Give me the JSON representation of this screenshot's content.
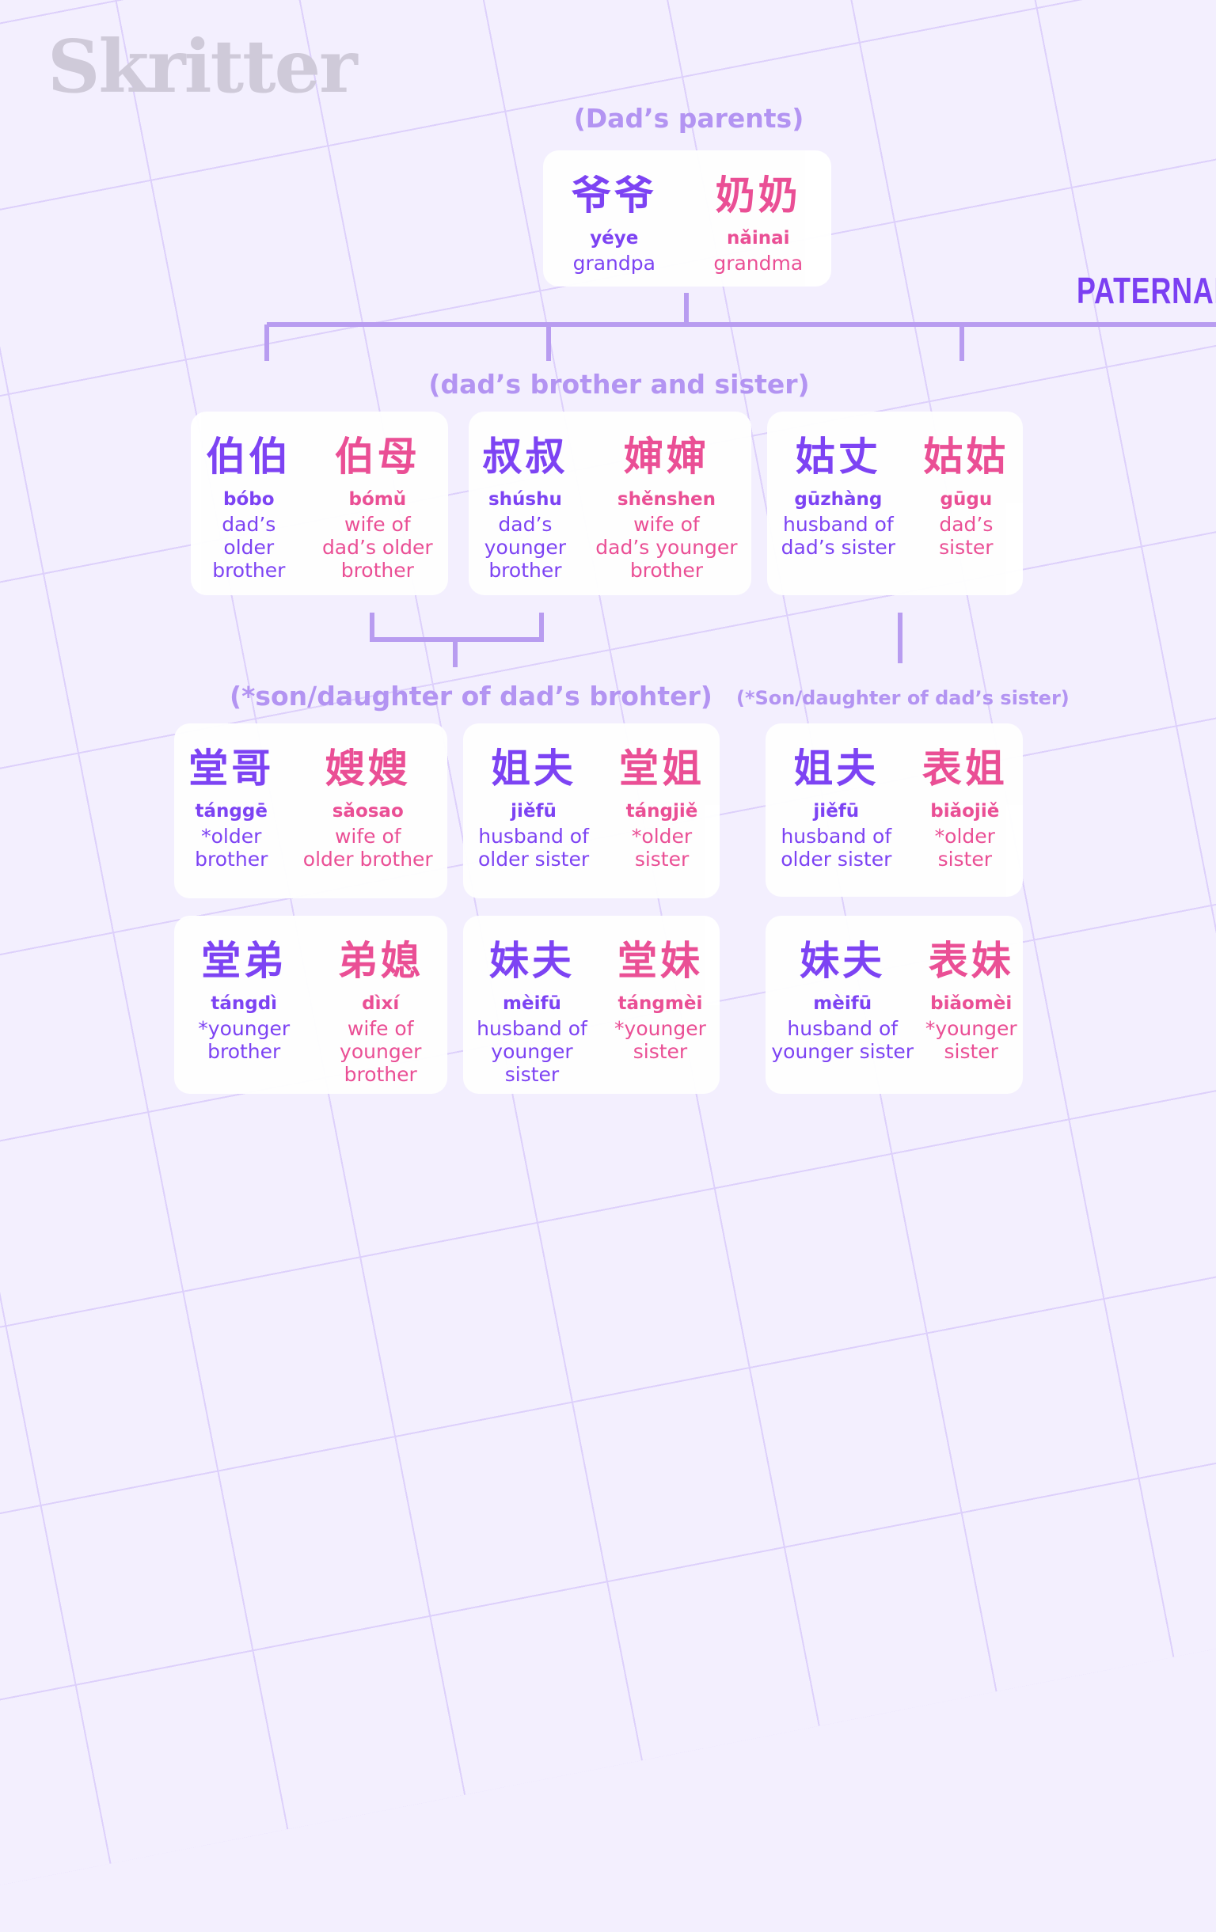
{
  "logo": "Skritter",
  "side_label": "PATERNAL",
  "section_labels": {
    "grandparents": "(Dad’s parents)",
    "aunts_uncles": "(dad’s brother and sister)",
    "brother_children": "(*son/daughter of dad’s brohter)",
    "sister_children": "(*Son/daughter of dad’s sister)"
  },
  "colors": {
    "male": "#7a3ef3",
    "female": "#ea4a92",
    "lines": "#b89cf0",
    "background": "#f3effe"
  },
  "cards": [
    {
      "left": {
        "han": "爷爷",
        "pinyin": "yéye",
        "meaning": "grandpa"
      },
      "right": {
        "han": "奶奶",
        "pinyin": "nǎinai",
        "meaning": "grandma"
      }
    },
    {
      "left": {
        "han": "伯伯",
        "pinyin": "bóbo",
        "meaning": "dad’s\nolder\nbrother"
      },
      "right": {
        "han": "伯母",
        "pinyin": "bómǔ",
        "meaning": "wife of\ndad’s older\nbrother"
      }
    },
    {
      "left": {
        "han": "叔叔",
        "pinyin": "shúshu",
        "meaning": "dad’s\nyounger\nbrother"
      },
      "right": {
        "han": "婶婶",
        "pinyin": "shěnshen",
        "meaning": "wife of\ndad’s younger\nbrother"
      }
    },
    {
      "left": {
        "han": "姑丈",
        "pinyin": "gūzhàng",
        "meaning": "husband of\ndad’s sister"
      },
      "right": {
        "han": "姑姑",
        "pinyin": "gūgu",
        "meaning": "dad’s\nsister"
      }
    },
    {
      "left": {
        "han": "堂哥",
        "pinyin": "tánggē",
        "meaning": "*older\nbrother"
      },
      "right": {
        "han": "嫂嫂",
        "pinyin": "sǎosao",
        "meaning": "wife of\nolder brother"
      }
    },
    {
      "left": {
        "han": "姐夫",
        "pinyin": "jiěfū",
        "meaning": "husband of\nolder sister"
      },
      "right": {
        "han": "堂姐",
        "pinyin": "tángjiě",
        "meaning": "*older\nsister"
      }
    },
    {
      "left": {
        "han": "姐夫",
        "pinyin": "jiěfū",
        "meaning": "husband of\nolder sister"
      },
      "right": {
        "han": "表姐",
        "pinyin": "biǎojiě",
        "meaning": "*older\nsister"
      }
    },
    {
      "left": {
        "han": "堂弟",
        "pinyin": "tángdì",
        "meaning": "*younger\nbrother"
      },
      "right": {
        "han": "弟媳",
        "pinyin": "dìxí",
        "meaning": "wife of\nyounger\nbrother"
      }
    },
    {
      "left": {
        "han": "妹夫",
        "pinyin": "mèifū",
        "meaning": "husband of\nyounger\nsister"
      },
      "right": {
        "han": "堂妹",
        "pinyin": "tángmèi",
        "meaning": "*younger\nsister"
      }
    },
    {
      "left": {
        "han": "妹夫",
        "pinyin": "mèifū",
        "meaning": "husband of\nyounger sister"
      },
      "right": {
        "han": "表妹",
        "pinyin": "biǎomèi",
        "meaning": "*younger\nsister"
      }
    }
  ]
}
